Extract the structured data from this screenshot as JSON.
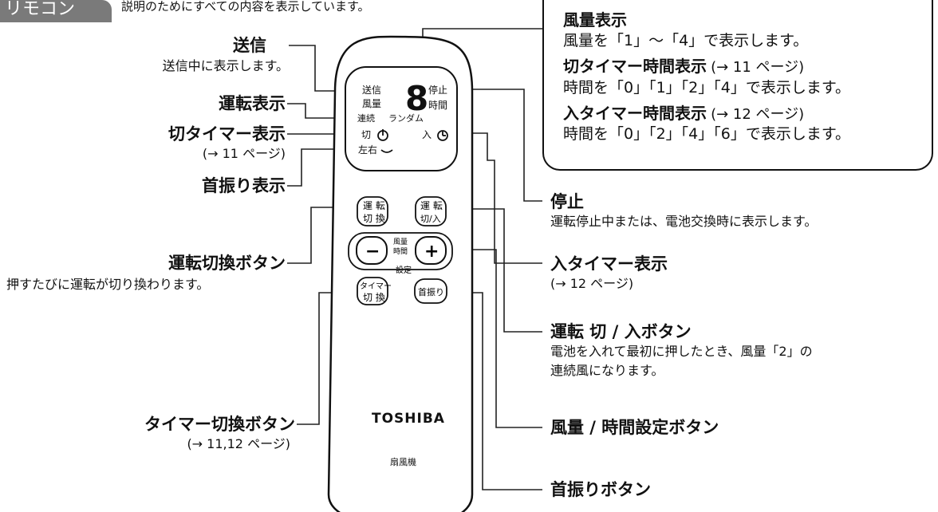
{
  "header": {
    "tab_label": "リモコン",
    "note": "説明のためにすべての内容を表示しています。"
  },
  "left": {
    "soshin": {
      "title": "送信",
      "desc": "送信中に表示します。"
    },
    "unten_hyoji": {
      "title": "運転表示"
    },
    "kiri_timer_hyoji": {
      "title": "切タイマー表示",
      "ref": "(→ 11 ページ)"
    },
    "kubifuri_hyoji": {
      "title": "首振り表示"
    },
    "unten_kirikae": {
      "title": "運転切換ボタン",
      "desc": "押すたびに運転が切り換わります。"
    },
    "timer_kirikae": {
      "title": "タイマー切換ボタン",
      "ref": "(→ 11,12 ページ)"
    }
  },
  "callout": {
    "furyo_hyoji": {
      "title": "風量表示",
      "desc": "風量を「1」〜「4」で表示します。"
    },
    "kiri_timer_jikan": {
      "title": "切タイマー時間表示",
      "ref": "(→ 11 ページ)",
      "desc": "時間を「0」「1」「2」「4」で表示します。"
    },
    "iri_timer_jikan": {
      "title": "入タイマー時間表示",
      "ref": "(→ 12 ページ)",
      "desc": "時間を「0」「2」「4」「6」で表示します。"
    }
  },
  "right": {
    "teishi": {
      "title": "停止",
      "desc": "運転停止中または、電池交換時に表示します。"
    },
    "iri_timer_hyoji": {
      "title": "入タイマー表示",
      "ref": "(→ 12 ページ)"
    },
    "unten_kiri_iri": {
      "title": "運転 切 / 入ボタン",
      "desc1": "電池を入れて最初に押したとき、風量「2」の",
      "desc2": "連続風になります。"
    },
    "furyo_jikan_settei": {
      "title": "風量 / 時間設定ボタン"
    },
    "kubifuri_button": {
      "title": "首振りボタン"
    }
  },
  "remote": {
    "display": {
      "soshin": "送信",
      "furyo": "風量",
      "renzoku": "連続",
      "random": "ランダム",
      "kiri": "切",
      "sayu": "左右",
      "digit": "8",
      "teishi": "停止",
      "jikan": "時間",
      "iri": "入"
    },
    "buttons": {
      "unten_kirikae_l1": "運 転",
      "unten_kirikae_l2": "切 換",
      "unten_kiri_iri_l1": "運 転",
      "unten_kiri_iri_l2": "切/入",
      "minus": "−",
      "plus": "+",
      "settei_l1": "風量",
      "settei_l2": "時間",
      "settei_l3": "設定",
      "timer_l1": "タイマー",
      "timer_l2": "切 換",
      "kubifuri": "首振り"
    },
    "brand": "TOSHIBA",
    "model": "扇風機"
  }
}
